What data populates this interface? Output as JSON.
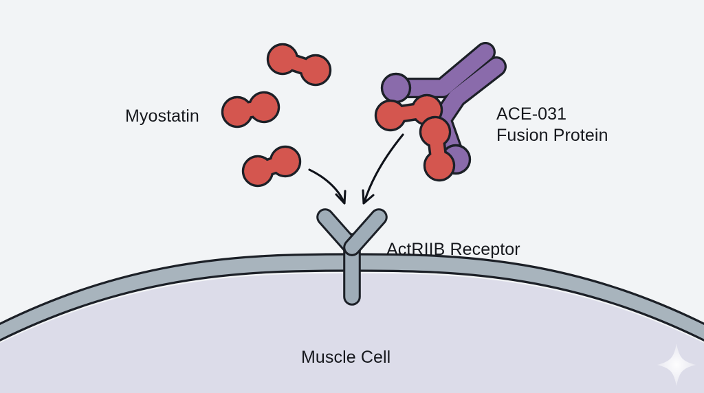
{
  "diagram": {
    "title": "Myostatin / ACE-031 ActRIIB receptor binding mechanism",
    "labels": {
      "myostatin": "Myostatin",
      "ace031_line1": "ACE-031",
      "ace031_line2": "Fusion Protein",
      "receptor": "ActRIIB Receptor",
      "muscle_cell": "Muscle Cell"
    },
    "colors": {
      "background_top": "#f2f4f6",
      "cell_interior": "#dcdce9",
      "membrane_fill": "#a8b4bd",
      "membrane_stroke": "#1c2027",
      "myostatin_fill": "#d4564f",
      "myostatin_stroke": "#1c2027",
      "fusion_protein_fill": "#8a6bab",
      "fusion_protein_stroke": "#1c2027",
      "receptor_fill": "#9fadb8",
      "receptor_stroke": "#1c2027",
      "arrow_stroke": "#10131a",
      "text": "#16181d",
      "sparkle": "#ffffff"
    },
    "elements": {
      "free_myostatin_count": 3,
      "bound_myostatin_count": 2,
      "arrow_count": 2,
      "receptor_count": 1,
      "fusion_protein_count": 1,
      "sparkle_count": 1
    }
  }
}
